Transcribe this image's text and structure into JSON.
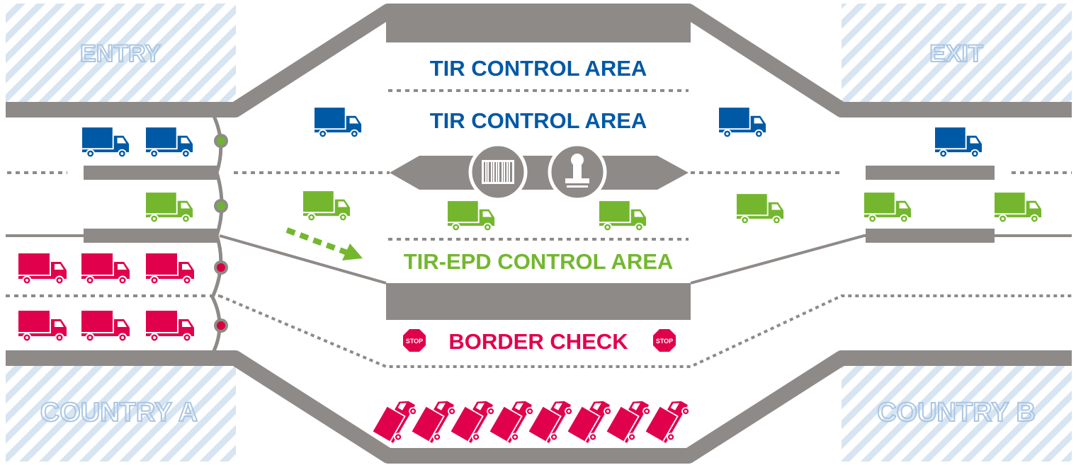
{
  "labels": {
    "entry": "ENTRY",
    "exit": "EXIT",
    "country_a": "COUNTRY A",
    "country_b": "COUNTRY B",
    "tir_control_top": "TIR CONTROL AREA",
    "tir_control_main": "TIR CONTROL AREA",
    "tir_epd_control": "TIR-EPD CONTROL AREA",
    "border_check": "BORDER CHECK",
    "stop_sign": "STOP"
  },
  "icons": {
    "barcode": "barcode-icon",
    "stamp": "stamp-icon",
    "stop": "stop-sign-icon",
    "truck": "truck-icon",
    "traffic_light": "traffic-light-icon"
  },
  "colors": {
    "tir": "#0059a5",
    "tir_epd": "#74b72f",
    "border_check": "#e1004c",
    "road": "#8e8a88",
    "hatch": "#d7e4f1",
    "corner_text_stroke": "#a9c6e4",
    "light_green": "#6fb432",
    "light_red": "#d5003f"
  },
  "lanes": [
    {
      "name": "TIR lane",
      "color": "tir",
      "signal": "green"
    },
    {
      "name": "TIR-EPD lane",
      "color": "tir_epd",
      "signal": "green"
    },
    {
      "name": "Border check lane 1",
      "color": "border_check",
      "signal": "red"
    },
    {
      "name": "Border check lane 2",
      "color": "border_check",
      "signal": "red"
    }
  ]
}
